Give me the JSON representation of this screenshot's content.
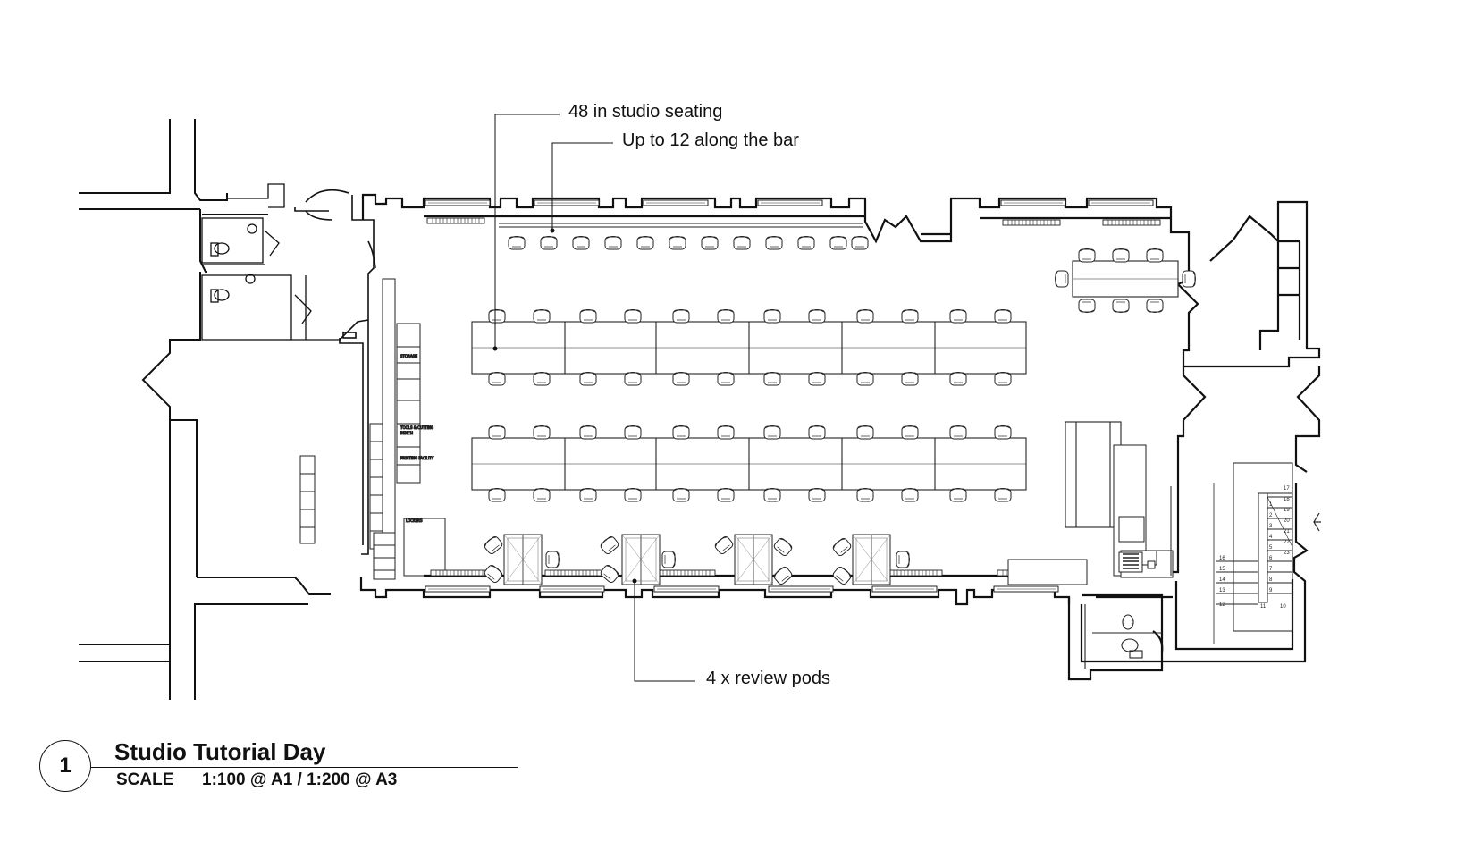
{
  "callouts": {
    "studio_seating": "48 in studio seating",
    "bar_seating": "Up to 12 along the bar",
    "review_pods": "4 x review pods"
  },
  "title_block": {
    "number": "1",
    "title": "Studio Tutorial Day",
    "scale_label": "SCALE",
    "scale_value": "1:100 @ A1 / 1:200 @ A3"
  },
  "stair": {
    "upper_steps": [
      "17",
      "18",
      "19",
      "20",
      "21",
      "22",
      "23"
    ],
    "right_steps": [
      "1",
      "2",
      "3",
      "4",
      "5",
      "6",
      "7",
      "8",
      "9",
      "10"
    ],
    "left_steps": [
      "16",
      "15",
      "14",
      "13",
      "12"
    ],
    "landing": "11"
  }
}
